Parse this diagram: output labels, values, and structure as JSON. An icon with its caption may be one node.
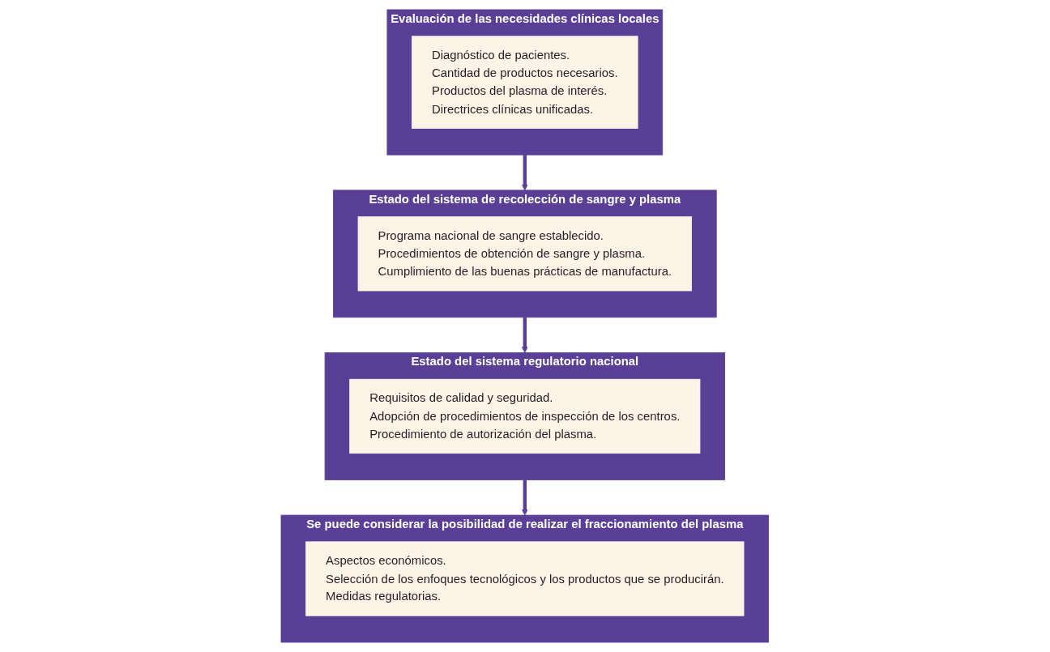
{
  "diagram": {
    "nodes": [
      {
        "text": [
          "Evaluación de las necesidades clínicas locales"
        ]
      },
      {
        "text": [
          "Diagnóstico de pacientes.",
          "Cantidad de productos necesarios.",
          "Productos del plasma de interés.",
          "Directrices clínicas unificadas."
        ],
        "in": 0
      },
      {
        "text": [
          "Estado del sistema de recolección de sangre y plasma"
        ]
      },
      {
        "text": [
          "Programa nacional de sangre establecido.",
          "Procedimientos de obtención de sangre y plasma.",
          "Cumplimiento de las buenas prácticas de manufactura."
        ],
        "in": 2
      },
      {
        "text": [
          "Estado del sistema regulatorio nacional"
        ]
      },
      {
        "text": [
          "Requisitos de calidad y seguridad.",
          "Adopción de procedimientos de inspección de los centros.",
          "Procedimiento de autorización del plasma."
        ],
        "in": 4
      },
      {
        "text": [
          "Se puede considerar la posibilidad de realizar el fraccionamiento del plasma"
        ]
      },
      {
        "text": [
          "Aspectos económicos.",
          "Selección de los enfoques tecnológicos y los productos que se producirán.",
          "Medidas regulatorias."
        ],
        "in": 6
      }
    ],
    "edges": [
      {
        "from": 0,
        "to": 2,
        "arrow": "to"
      },
      {
        "from": 2,
        "to": 4,
        "arrow": "to"
      },
      {
        "from": 4,
        "to": 6,
        "arrow": "to"
      }
    ]
  }
}
